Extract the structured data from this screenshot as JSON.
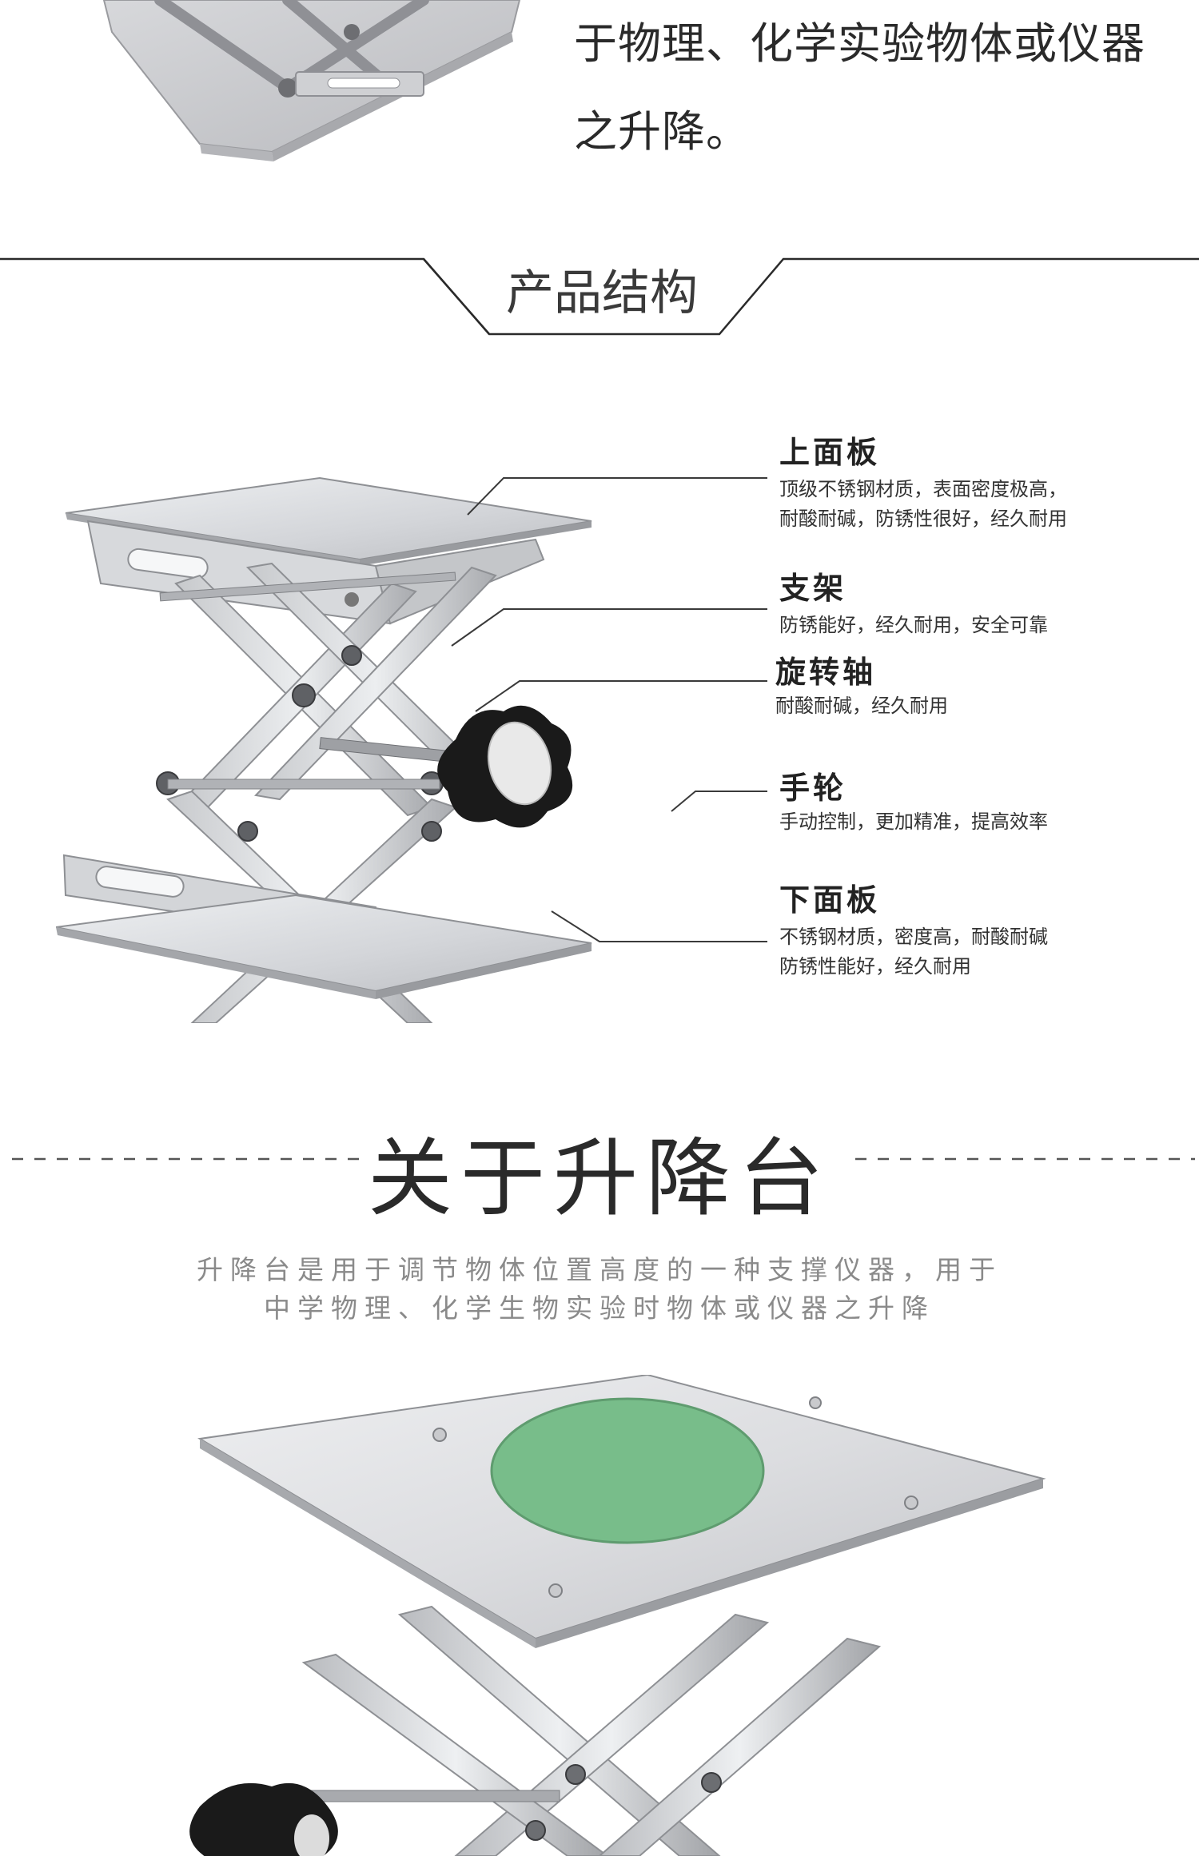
{
  "intro": {
    "lines": [
      "于物理、化学实验物体或仪器",
      "之升降。"
    ]
  },
  "structure_section": {
    "title": "产品结构",
    "components": [
      {
        "name": "上面板",
        "desc": [
          "顶级不锈钢材质，表面密度极高，",
          "耐酸耐碱，防锈性很好，经久耐用"
        ]
      },
      {
        "name": "支架",
        "desc": [
          "防锈能好，经久耐用，安全可靠"
        ]
      },
      {
        "name": "旋转轴",
        "desc": [
          "耐酸耐碱，经久耐用"
        ]
      },
      {
        "name": "手轮",
        "desc": [
          "手动控制，更加精准，提高效率"
        ]
      },
      {
        "name": "下面板",
        "desc": [
          "不锈钢材质，密度高，耐酸耐碱",
          "防锈性能好，经久耐用"
        ]
      }
    ]
  },
  "about_section": {
    "title": "关于升降台",
    "desc": [
      "升降台是用于调节物体位置高度的一种支撑仪器，用于",
      "中学物理、化学生物实验时物体或仪器之升降"
    ]
  },
  "colors": {
    "steel_light": "#e4e4e6",
    "steel_mid": "#c9cacd",
    "steel_dark": "#9a9b9f",
    "knob": "#1a1a1a",
    "rubber_pad": "#7ec18f",
    "line": "#3a3a3a"
  }
}
